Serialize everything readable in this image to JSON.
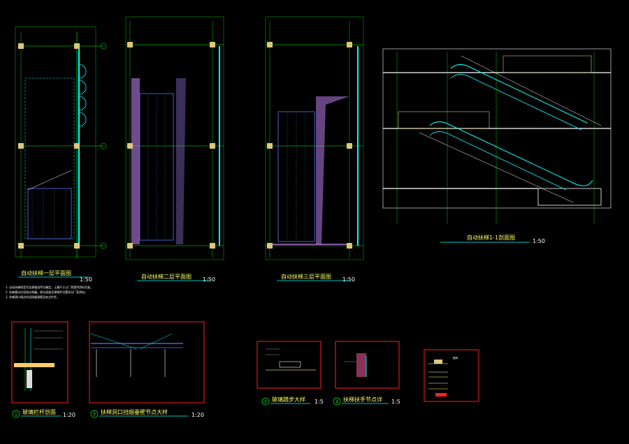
{
  "drawings": {
    "plan1": {
      "title": "自动扶梯一层平面图",
      "scale": "1:50"
    },
    "plan2": {
      "title": "自动扶梯二层平面图",
      "scale": "1:50"
    },
    "plan3": {
      "title": "自动扶梯三层平面图",
      "scale": "1:50"
    },
    "section": {
      "title": "自动扶梯1-1剖面图",
      "scale": "1:50"
    }
  },
  "details": [
    {
      "num": "1",
      "title": "玻璃栏杆剖面",
      "scale": "1:20"
    },
    {
      "num": "3",
      "title": "扶梯洞口挡烟垂壁节点大样",
      "scale": "1:20"
    },
    {
      "num": "2",
      "title": "玻璃踏步大样",
      "scale": "1:5"
    },
    {
      "num": "4",
      "title": "扶梯扶手节点详",
      "scale": "1:5"
    }
  ],
  "notes": [
    "1. 自动扶梯的型号及规格由甲方确定，土建尺寸以厂家提供资料为准。",
    "2. 扶梯基坑内设排水地漏，底坑深度及预埋件位置详见厂家资料。",
    "3. 扶梯洞口周边均设挡烟垂壁及安全栏杆。"
  ],
  "legend": {
    "heading": "图例",
    "items": [
      "",
      "",
      "",
      ""
    ]
  },
  "colors": {
    "background": "#000000",
    "grid": "#00ff00",
    "wall": "#00ffff",
    "title": "#ffff66",
    "frame": "#ff2020",
    "column": "#ddc77a",
    "stair": "#5577ff"
  }
}
